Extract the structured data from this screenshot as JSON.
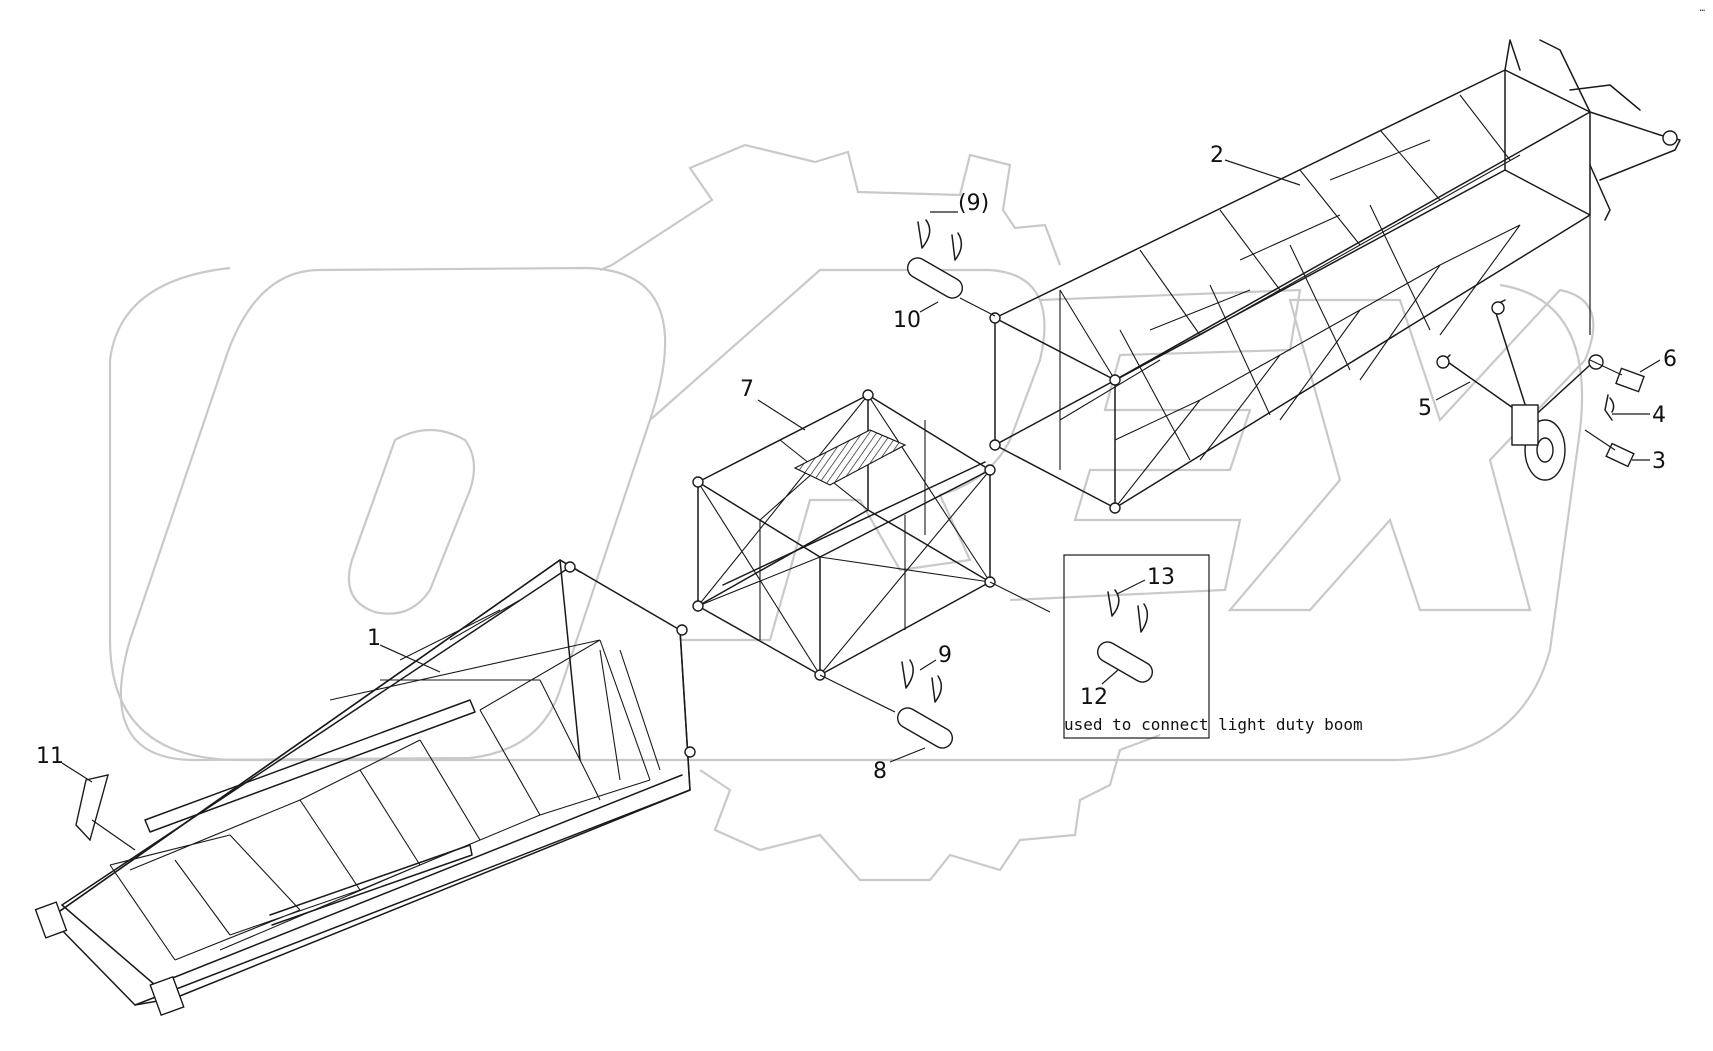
{
  "watermark": {
    "text": "OREX",
    "color": "#c9c9c9"
  },
  "corner_mark": "…",
  "callouts": [
    {
      "id": "1",
      "text": "1"
    },
    {
      "id": "2",
      "text": "2"
    },
    {
      "id": "3",
      "text": "3"
    },
    {
      "id": "4",
      "text": "4"
    },
    {
      "id": "5",
      "text": "5"
    },
    {
      "id": "6",
      "text": "6"
    },
    {
      "id": "7",
      "text": "7"
    },
    {
      "id": "8",
      "text": "8"
    },
    {
      "id": "9",
      "text": "9"
    },
    {
      "id": "9b",
      "text": "(9)"
    },
    {
      "id": "10",
      "text": "10"
    },
    {
      "id": "11",
      "text": "11"
    },
    {
      "id": "12",
      "text": "12"
    },
    {
      "id": "13",
      "text": "13"
    }
  ],
  "note": {
    "text": "used to connect light duty boom"
  },
  "colors": {
    "line": "#1a1a1a",
    "watermark": "#c9c9c9",
    "background": "#ffffff"
  }
}
